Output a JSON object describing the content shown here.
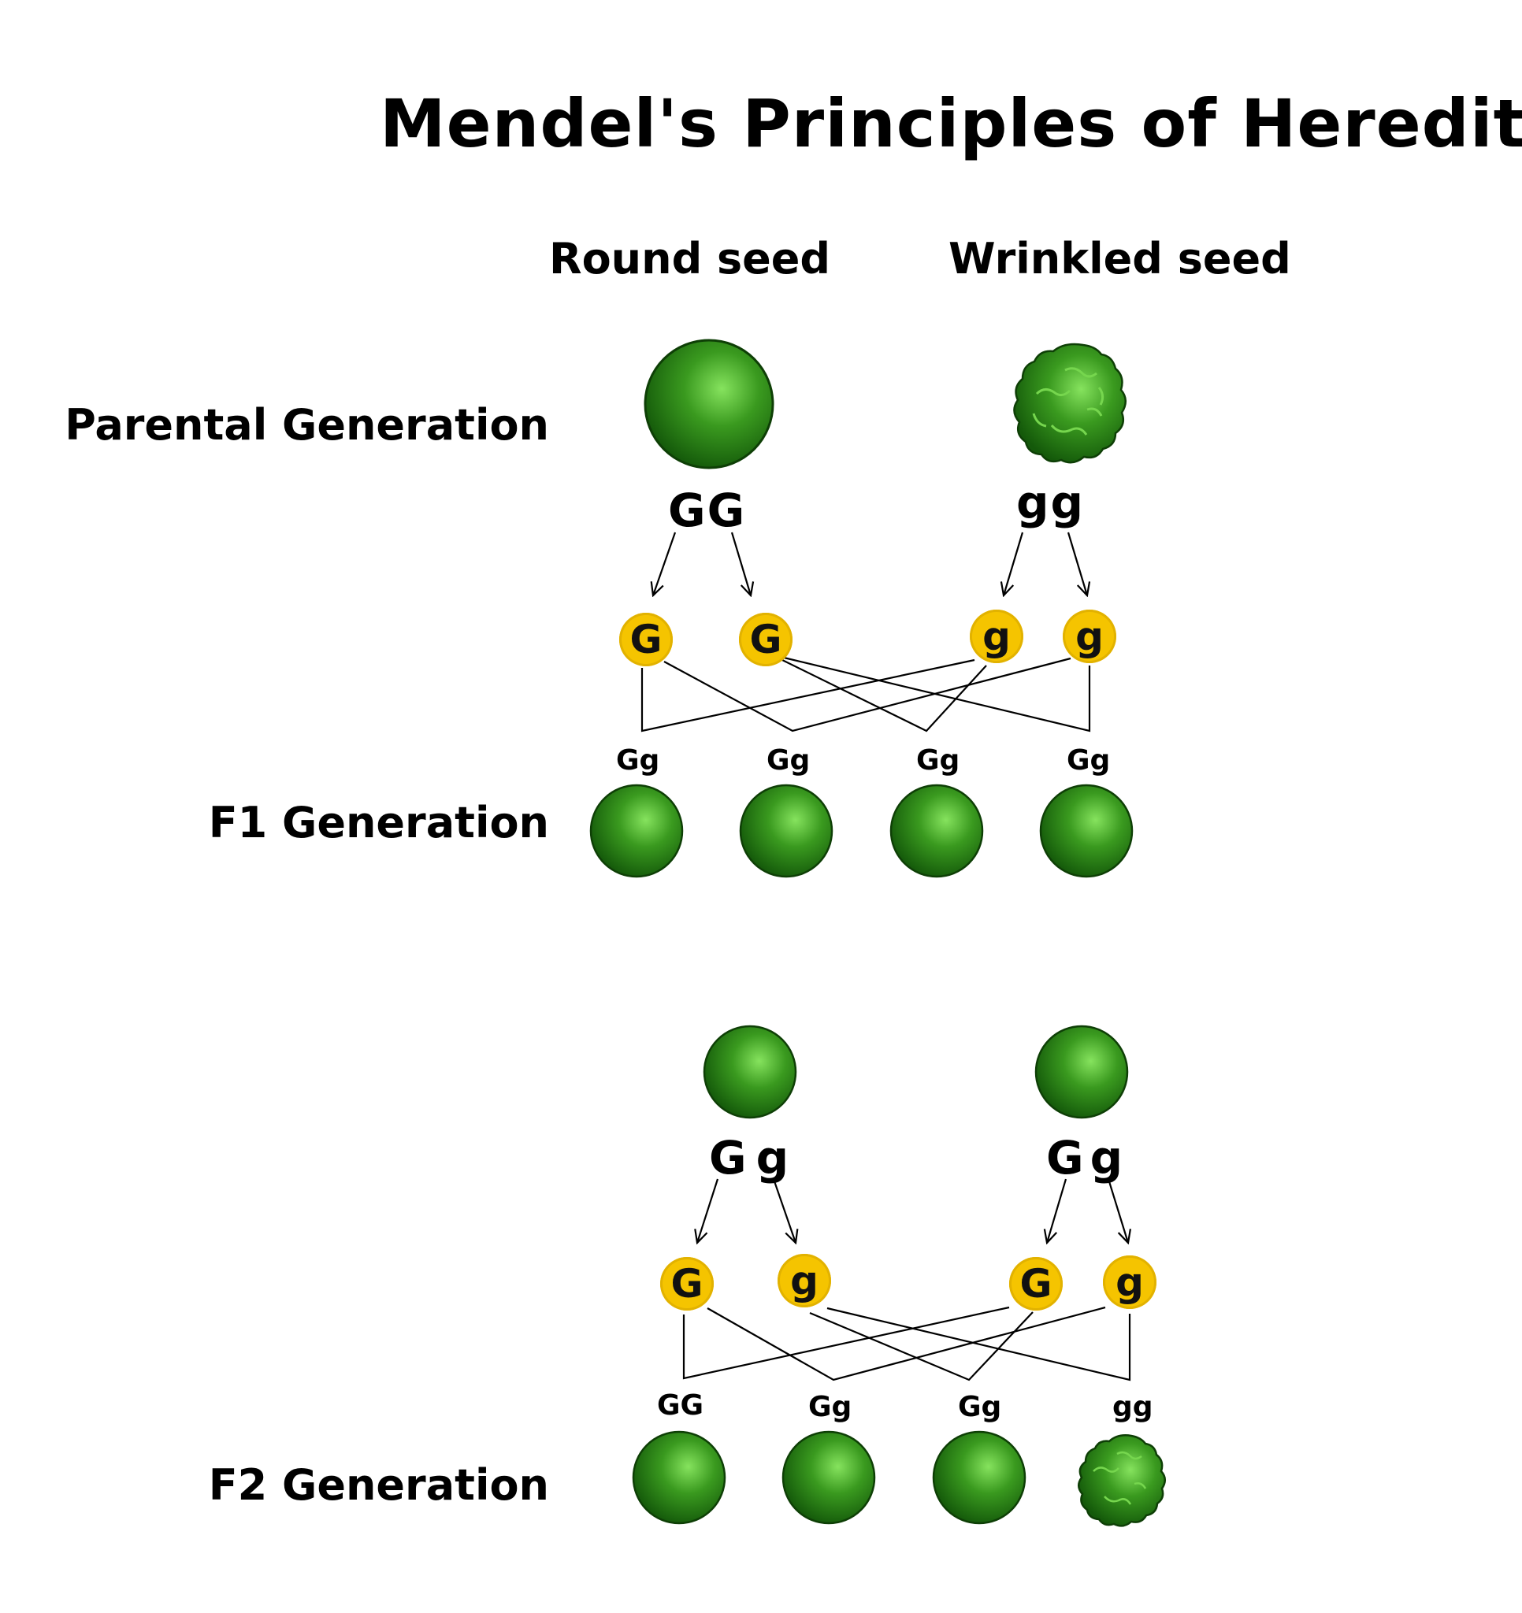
{
  "title": "Mendel's Principles of Heredity",
  "columns": {
    "round": "Round seed",
    "wrinkled": "Wrinkled seed"
  },
  "generations": {
    "parental": "Parental Generation",
    "f1": "F1 Generation",
    "f2": "F2 Generation"
  },
  "parental": {
    "round_genotype": "GG",
    "wrinkled_genotype": "gg",
    "gametes": [
      "G",
      "G",
      "g",
      "g"
    ]
  },
  "f1": {
    "genotypes": [
      "Gg",
      "Gg",
      "Gg",
      "Gg"
    ]
  },
  "f1_cross": {
    "left_genotype": "Gg",
    "right_genotype": "Gg",
    "gametes": [
      "G",
      "g",
      "G",
      "g"
    ]
  },
  "f2": {
    "genotypes": [
      "GG",
      "Gg",
      "Gg",
      "gg"
    ]
  },
  "colors": {
    "seed_green": "#2e8b1a",
    "allele_yellow": "#f5c400"
  }
}
